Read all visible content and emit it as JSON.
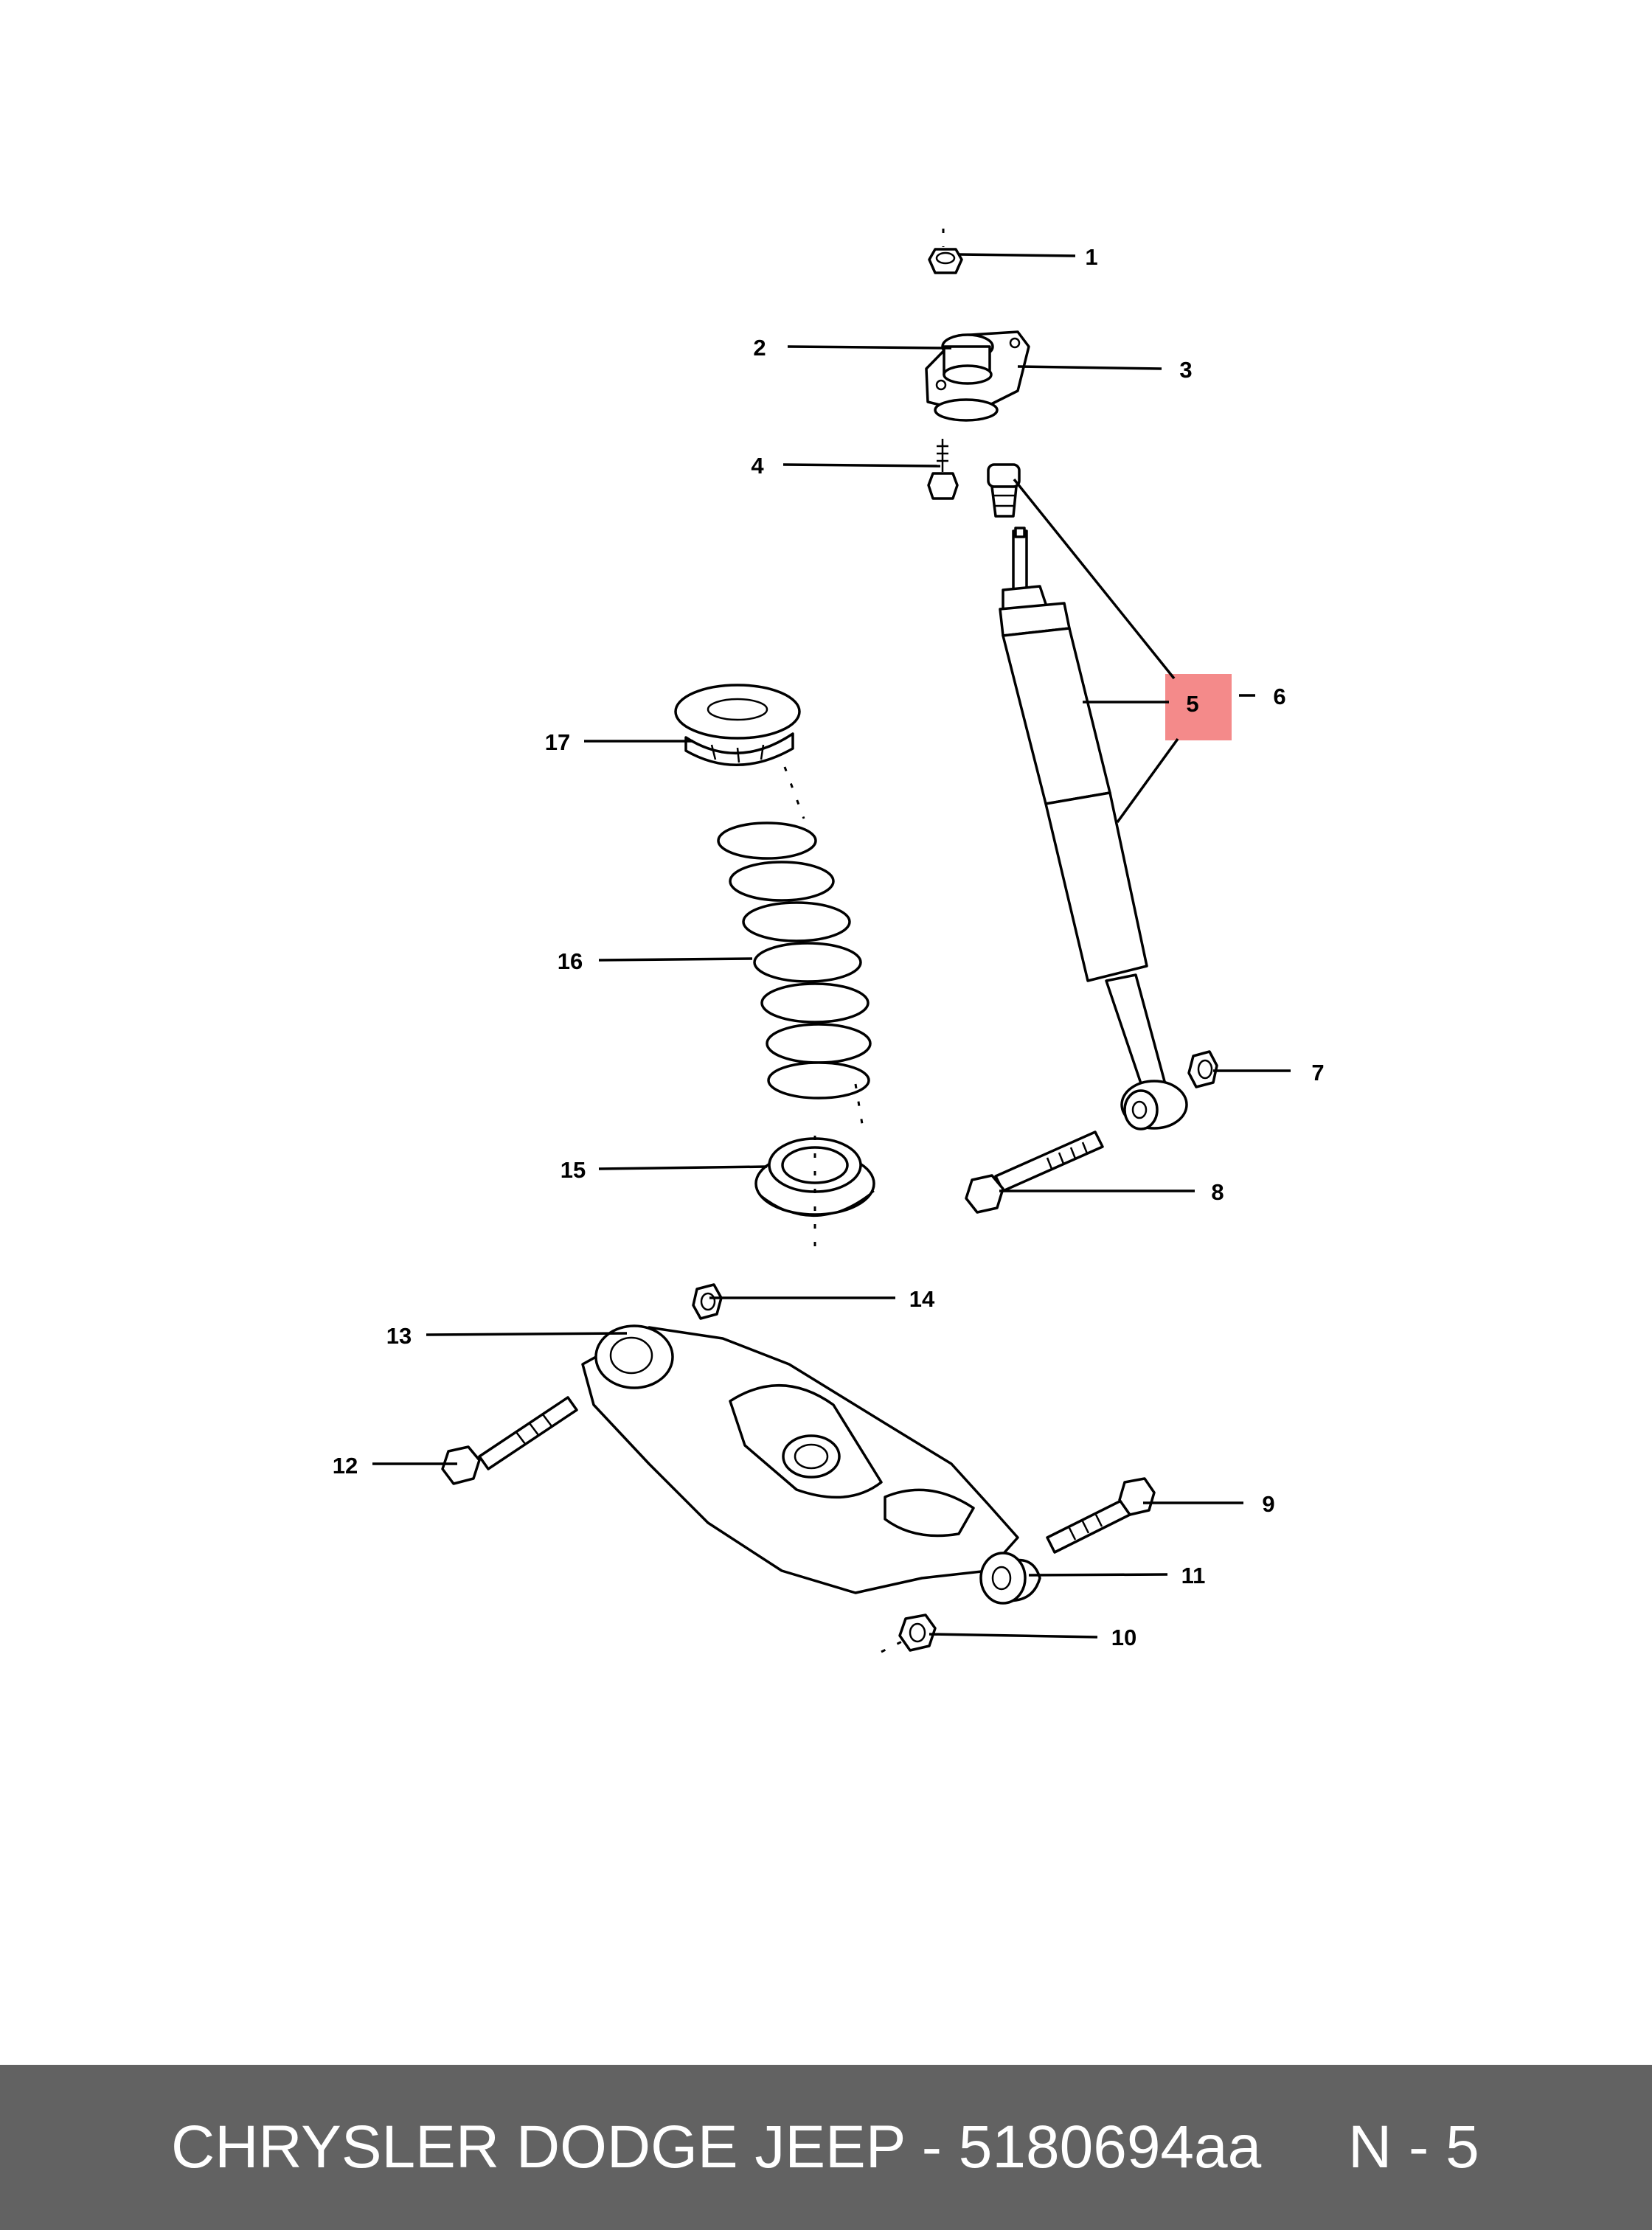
{
  "diagram": {
    "highlight_color": "#f48a8a",
    "callouts": [
      "1",
      "2",
      "3",
      "4",
      "5",
      "6",
      "7",
      "8",
      "9",
      "10",
      "11",
      "12",
      "13",
      "14",
      "15",
      "16",
      "17"
    ],
    "highlighted_callout": "5"
  },
  "footer": {
    "brand_text": "CHRYSLER DODGE JEEP - 5180694aa",
    "code_text": "N - 5",
    "background": "#626262"
  }
}
